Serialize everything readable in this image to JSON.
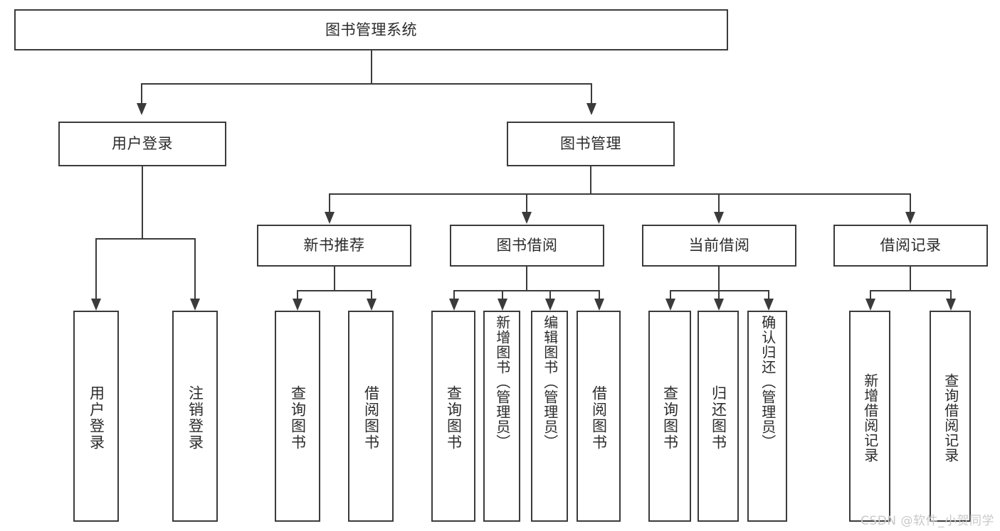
{
  "diagram": {
    "title": "图书管理系统",
    "type": "hierarchy-tree",
    "root": {
      "id": "root",
      "label": "图书管理系统"
    },
    "level1": [
      {
        "id": "user-login",
        "label": "用户登录"
      },
      {
        "id": "book-management",
        "label": "图书管理"
      }
    ],
    "level2": [
      {
        "id": "new-book-recommend",
        "label": "新书推荐",
        "parent": "book-management"
      },
      {
        "id": "book-borrow",
        "label": "图书借阅",
        "parent": "book-management"
      },
      {
        "id": "current-borrow",
        "label": "当前借阅",
        "parent": "book-management"
      },
      {
        "id": "borrow-record",
        "label": "借阅记录",
        "parent": "book-management"
      }
    ],
    "leaves": [
      {
        "id": "leaf-user-login",
        "label": "用户登录",
        "parent": "user-login"
      },
      {
        "id": "leaf-logout-login",
        "label": "注销登录",
        "parent": "user-login"
      },
      {
        "id": "leaf-query-book-1",
        "label": "查询图书",
        "parent": "new-book-recommend"
      },
      {
        "id": "leaf-borrow-book-1",
        "label": "借阅图书",
        "parent": "new-book-recommend"
      },
      {
        "id": "leaf-query-book-2",
        "label": "查询图书",
        "parent": "book-borrow"
      },
      {
        "id": "leaf-add-book",
        "label": "新增图书（管理员）",
        "parent": "book-borrow"
      },
      {
        "id": "leaf-edit-book",
        "label": "编辑图书（管理员）",
        "parent": "book-borrow"
      },
      {
        "id": "leaf-borrow-book-2",
        "label": "借阅图书",
        "parent": "book-borrow"
      },
      {
        "id": "leaf-query-book-3",
        "label": "查询图书",
        "parent": "current-borrow"
      },
      {
        "id": "leaf-return-book",
        "label": "归还图书",
        "parent": "current-borrow"
      },
      {
        "id": "leaf-confirm-return",
        "label": "确认归还（管理员）",
        "parent": "current-borrow"
      },
      {
        "id": "leaf-add-record",
        "label": "新增借阅记录",
        "parent": "borrow-record"
      },
      {
        "id": "leaf-query-record",
        "label": "查询借阅记录",
        "parent": "borrow-record"
      }
    ]
  },
  "watermark": {
    "text": "CSDN @软件_小贺同学"
  },
  "colors": {
    "stroke": "#3b3b3b",
    "text": "#2b2b2b",
    "background": "#ffffff",
    "watermark": "#c9c9c9"
  }
}
